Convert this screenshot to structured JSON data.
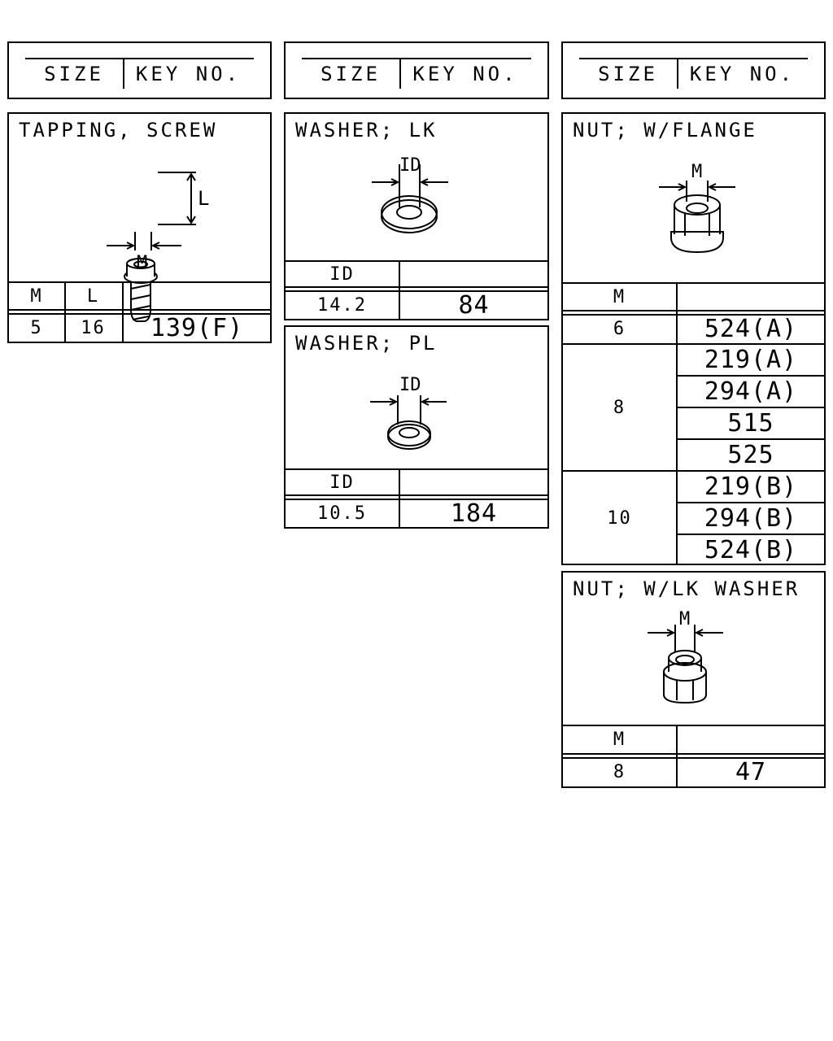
{
  "header": {
    "size_label": "SIZE",
    "key_label": "KEY NO."
  },
  "tapping_screw": {
    "title": "TAPPING, SCREW",
    "dim_m": "M",
    "dim_l": "L",
    "col_m": "M",
    "col_l": "L",
    "row": {
      "m": "5",
      "l": "16",
      "key": "139(F)"
    }
  },
  "washer_lk": {
    "title": "WASHER; LK",
    "dim_id": "ID",
    "col_id": "ID",
    "row": {
      "id": "14.2",
      "key": "84"
    }
  },
  "washer_pl": {
    "title": "WASHER; PL",
    "dim_id": "ID",
    "col_id": "ID",
    "row": {
      "id": "10.5",
      "key": "184"
    }
  },
  "nut_flange": {
    "title": "NUT; W/FLANGE",
    "dim_m": "M",
    "col_m": "M",
    "groups": [
      {
        "m": "6",
        "keys": [
          "524(A)"
        ]
      },
      {
        "m": "8",
        "keys": [
          "219(A)",
          "294(A)",
          "515",
          "525"
        ]
      },
      {
        "m": "10",
        "keys": [
          "219(B)",
          "294(B)",
          "524(B)"
        ]
      }
    ]
  },
  "nut_lk_washer": {
    "title": "NUT; W/LK WASHER",
    "dim_m": "M",
    "col_m": "M",
    "row": {
      "m": "8",
      "key": "47"
    }
  }
}
